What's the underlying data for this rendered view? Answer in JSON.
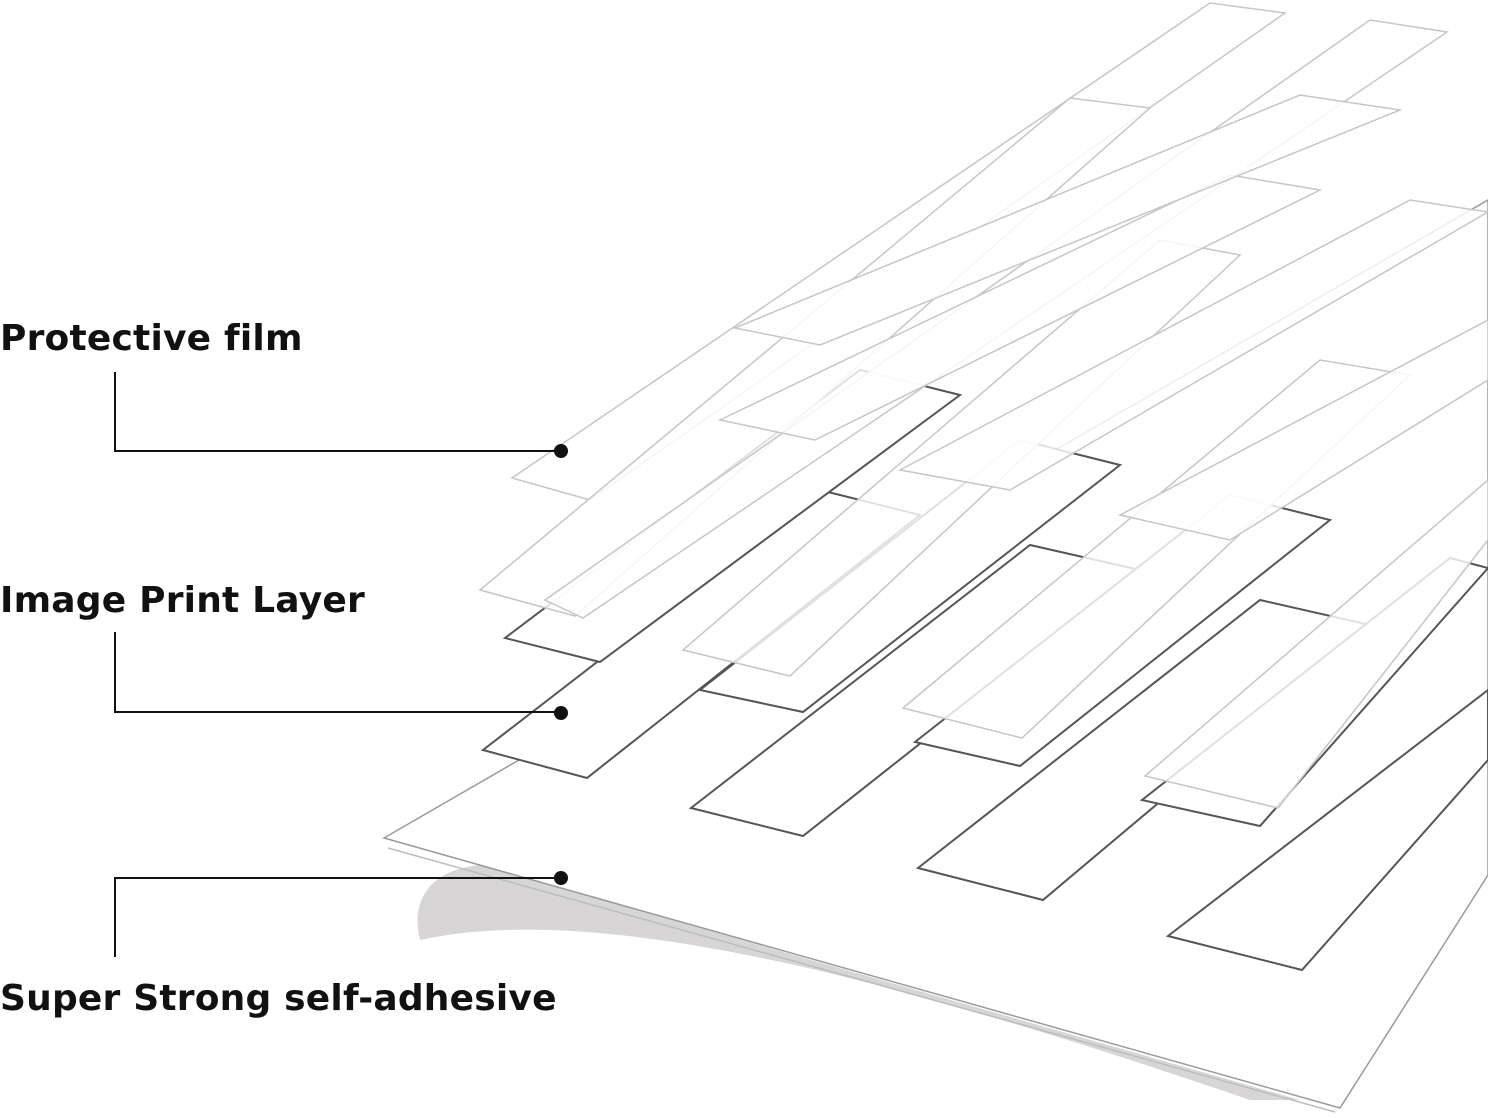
{
  "labels": {
    "protective_film": "Protective film",
    "image_print_layer": "Image Print Layer",
    "self_adhesive": "Super Strong self-adhesive"
  },
  "colors": {
    "background": "#ffffff",
    "text": "#111111",
    "leader_line": "#111111",
    "film_stroke": "#c6c6c6",
    "print_stroke": "#555555",
    "base_stroke": "#9a9a9a",
    "peel_shadow": "#d7d5d6"
  },
  "layers": [
    "protective-film",
    "image-print-layer",
    "self-adhesive-base"
  ]
}
